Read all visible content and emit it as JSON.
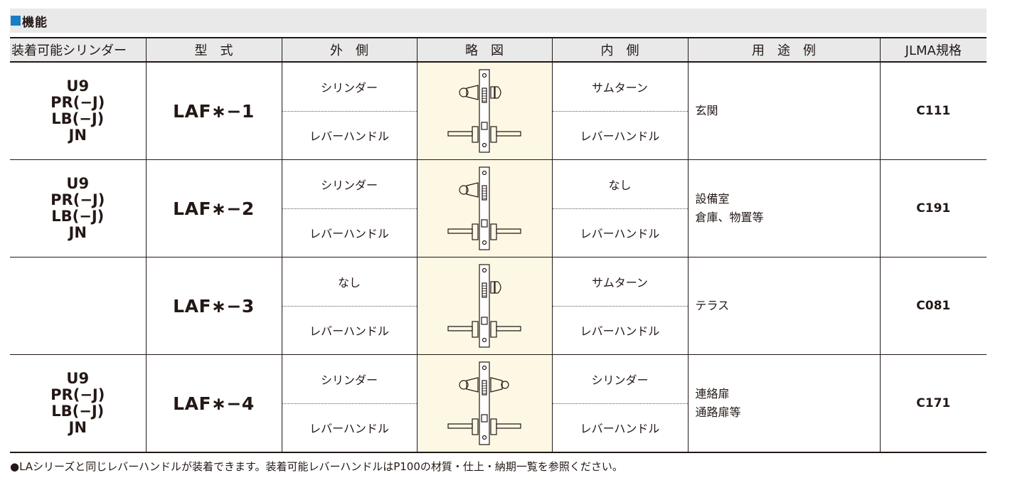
{
  "section": {
    "title": "機能",
    "marker_color": "#1a7dc4"
  },
  "headers": [
    "装着可能シリンダー",
    "型　式",
    "外　側",
    "略　図",
    "内　側",
    "用　途　例",
    "JLMA規格"
  ],
  "rows": [
    {
      "cylinders": [
        "U9",
        "PR(−J)",
        "LB(−J)",
        "JN"
      ],
      "model": "LAF∗−1",
      "outer_top": "シリンダー",
      "outer_bottom": "レバーハンドル",
      "inner_top": "サムターン",
      "inner_bottom": "レバーハンドル",
      "usage": [
        "玄関"
      ],
      "jlma": "C111",
      "diagram": {
        "outer": "cylinder-icon",
        "inner": "thumbturn-icon"
      }
    },
    {
      "cylinders": [
        "U9",
        "PR(−J)",
        "LB(−J)",
        "JN"
      ],
      "model": "LAF∗−2",
      "outer_top": "シリンダー",
      "outer_bottom": "レバーハンドル",
      "inner_top": "なし",
      "inner_bottom": "レバーハンドル",
      "usage": [
        "設備室",
        "倉庫、物置等"
      ],
      "jlma": "C191",
      "diagram": {
        "outer": "cylinder-icon",
        "inner": "none"
      }
    },
    {
      "cylinders": [],
      "model": "LAF∗−3",
      "outer_top": "なし",
      "outer_bottom": "レバーハンドル",
      "inner_top": "サムターン",
      "inner_bottom": "レバーハンドル",
      "usage": [
        "テラス"
      ],
      "jlma": "C081",
      "diagram": {
        "outer": "none",
        "inner": "thumbturn-icon"
      }
    },
    {
      "cylinders": [
        "U9",
        "PR(−J)",
        "LB(−J)",
        "JN"
      ],
      "model": "LAF∗−4",
      "outer_top": "シリンダー",
      "outer_bottom": "レバーハンドル",
      "inner_top": "シリンダー",
      "inner_bottom": "レバーハンドル",
      "usage": [
        "連絡扉",
        "通路扉等"
      ],
      "jlma": "C171",
      "diagram": {
        "outer": "cylinder-icon",
        "inner": "cylinder-icon"
      }
    }
  ],
  "footnote": "●LAシリーズと同じレバーハンドルが装着できます。装着可能レバーハンドルはP100の材質・仕上・納期一覧を参照ください。"
}
